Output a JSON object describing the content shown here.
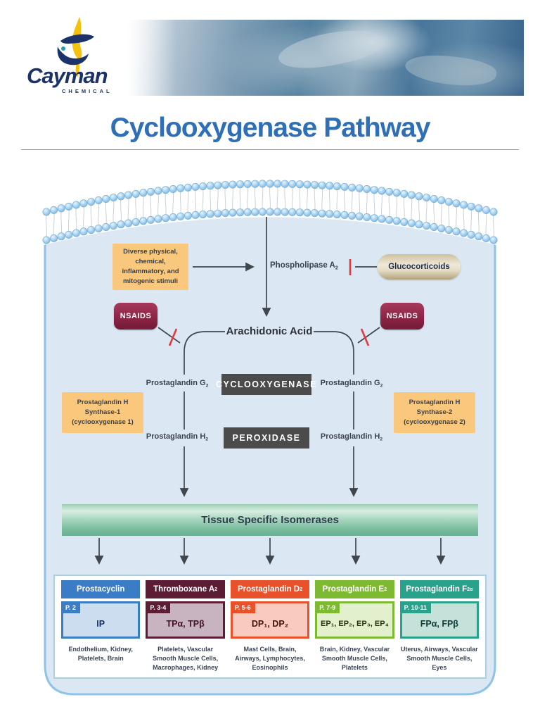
{
  "brand": {
    "name": "Cayman",
    "division": "CHEMICAL"
  },
  "title": "Cyclooxygenase Pathway",
  "diagram": {
    "stimuli": "Diverse physical,\nchemical,\ninflammatory, and\nmitogenic stimuli",
    "phospholipase": {
      "base": "Phospholipase A",
      "sub": "2"
    },
    "glucocorticoids": "Glucocorticoids",
    "nsaids": "NSAIDS",
    "arachidonic_acid": "Arachidonic Acid",
    "cyclooxygenase": "CYCLOOXYGENASE",
    "peroxidase": "PEROXIDASE",
    "prostaglandin_g2": {
      "base": "Prostaglandin G",
      "sub": "2"
    },
    "prostaglandin_h2": {
      "base": "Prostaglandin H",
      "sub": "2"
    },
    "synthase1": "Prostaglandin H\nSynthase-1\n(cyclooxygenase 1)",
    "synthase2": "Prostaglandin H\nSynthase-2\n(cyclooxygenase 2)",
    "isomerases": "Tissue Specific Isomerases"
  },
  "columns": [
    {
      "name": {
        "base": "Prostacyclin",
        "sub": ""
      },
      "page": "P. 2",
      "receptors": "IP",
      "tissues": "Endothelium, Kidney,\nPlatelets, Brain",
      "colors": {
        "header": "#3a7cc5",
        "fill": "#ccddf0",
        "text": "#16305f"
      }
    },
    {
      "name": {
        "base": "Thromboxane A",
        "sub": "2"
      },
      "page": "P. 3-4",
      "receptors": "TPα, TPβ",
      "tissues": "Platelets, Vascular\nSmooth Muscle Cells,\nMacrophages, Kidney",
      "colors": {
        "header": "#5b1c34",
        "fill": "#c8b3c0",
        "text": "#45112b"
      }
    },
    {
      "name": {
        "base": "Prostaglandin D",
        "sub": "2"
      },
      "page": "P. 5-6",
      "receptors": "DP₁, DP₂",
      "tissues": "Mast Cells, Brain,\nAirways, Lymphocytes,\nEosinophils",
      "colors": {
        "header": "#e8512a",
        "fill": "#f9cabe",
        "text": "#431409"
      }
    },
    {
      "name": {
        "base": "Prostaglandin E",
        "sub": "2"
      },
      "page": "P. 7-9",
      "receptors": "EP₁, EP₂, EP₃, EP₄",
      "tissues": "Brain, Kidney, Vascular\nSmooth Muscle Cells,\nPlatelets",
      "colors": {
        "header": "#7eba31",
        "fill": "#e3f0cd",
        "text": "#28350f"
      }
    },
    {
      "name": {
        "base": "Prostaglandin F",
        "sub": "2α"
      },
      "page": "P. 10-11",
      "receptors": "FPα, FPβ",
      "tissues": "Uterus, Airways, Vascular\nSmooth Muscle Cells,\nEyes",
      "colors": {
        "header": "#2aa18b",
        "fill": "#c5e2da",
        "text": "#0e3c38"
      }
    }
  ],
  "colors": {
    "title": "#2e6fb6",
    "cell_fill": "#dbe8f4",
    "cell_border": "#8fc3e8",
    "line": "#40464d",
    "inhibition": "#e03a3a",
    "enzyme_box": "#4b4b4b",
    "stimuli_box": "#f9c87d",
    "nsaids_box": "#8e2446",
    "isomerase_bar": "#79bd9e"
  }
}
